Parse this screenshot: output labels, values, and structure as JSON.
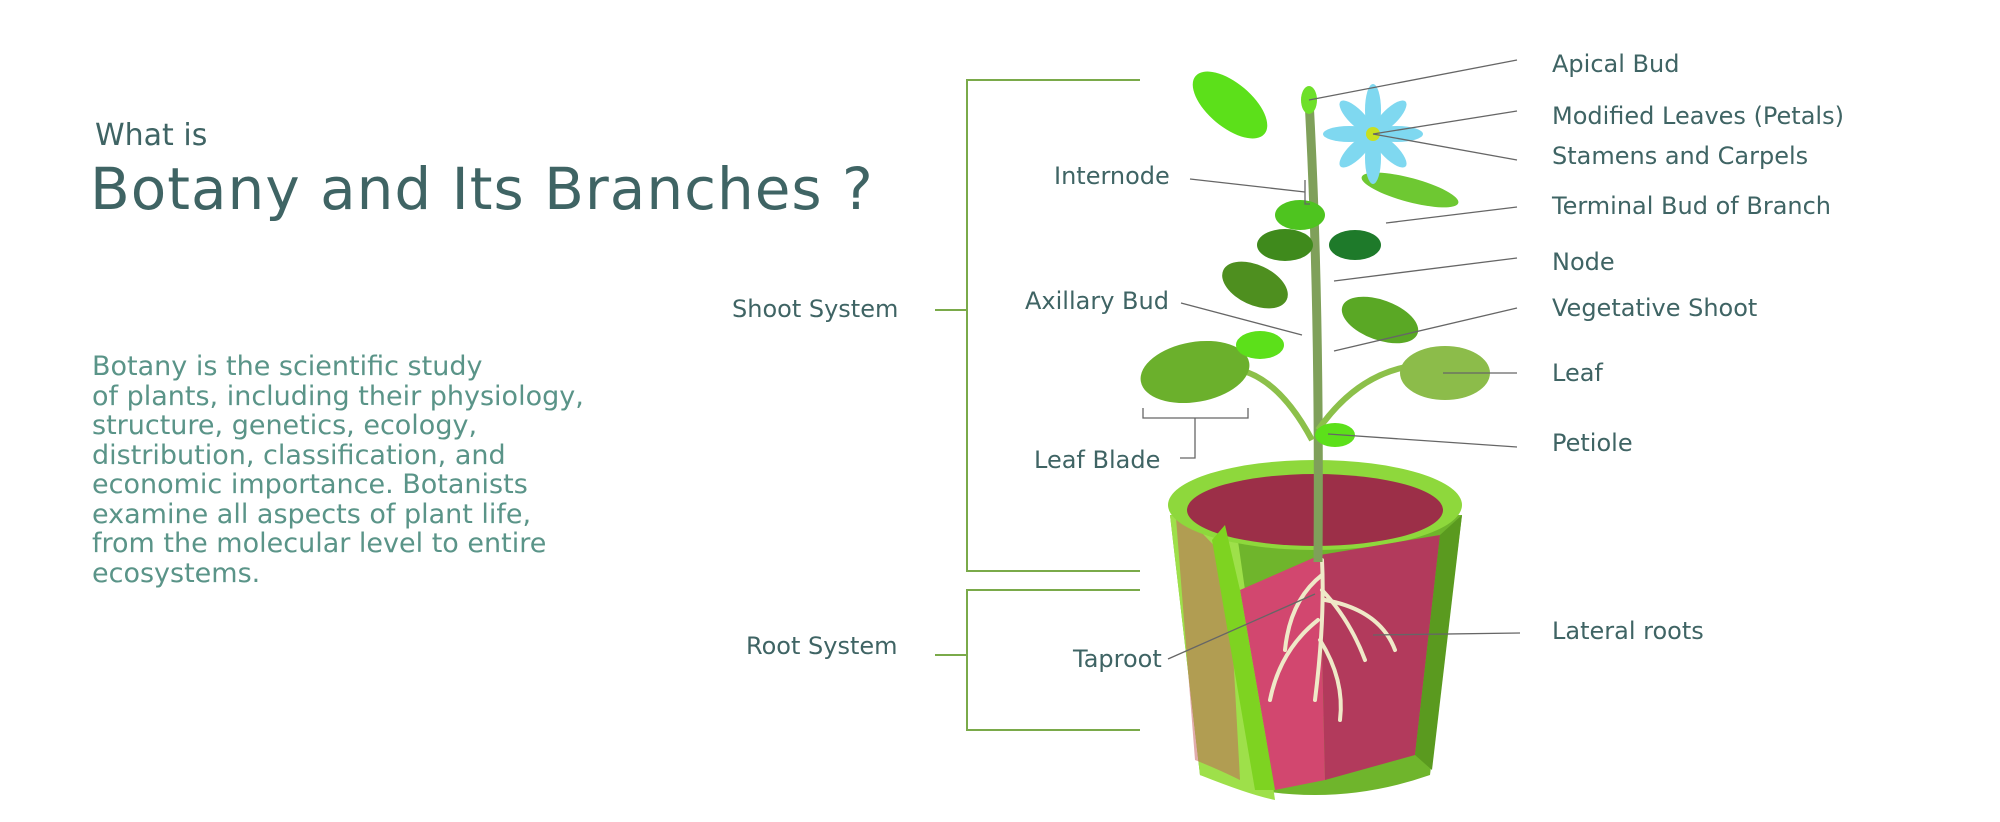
{
  "heading": {
    "pre": "What is",
    "title": "Botany and Its Branches ?"
  },
  "description": [
    "Botany is the scientific study",
    "of plants, including their physiology,",
    "structure, genetics, ecology,",
    "distribution, classification, and",
    "economic importance. Botanists",
    "examine all aspects of plant life,",
    "from the molecular level to entire",
    "ecosystems."
  ],
  "systems": {
    "shoot": "Shoot System",
    "root": "Root System"
  },
  "labels_left": {
    "internode": "Internode",
    "axillary_bud": "Axillary Bud",
    "leaf_blade": "Leaf Blade",
    "taproot": "Taproot"
  },
  "labels_right": {
    "apical_bud": "Apical Bud",
    "petals": "Modified Leaves (Petals)",
    "stamens": "Stamens and Carpels",
    "terminal_bud": "Terminal Bud of Branch",
    "node": "Node",
    "vegetative_shoot": "Vegetative Shoot",
    "leaf": "Leaf",
    "petiole": "Petiole",
    "lateral_roots": "Lateral roots"
  },
  "colors": {
    "text": "#3f6464",
    "body": "#5a9488",
    "bracket": "#7aaa4a",
    "pot": "#7ed321",
    "soil": "#a83250"
  }
}
